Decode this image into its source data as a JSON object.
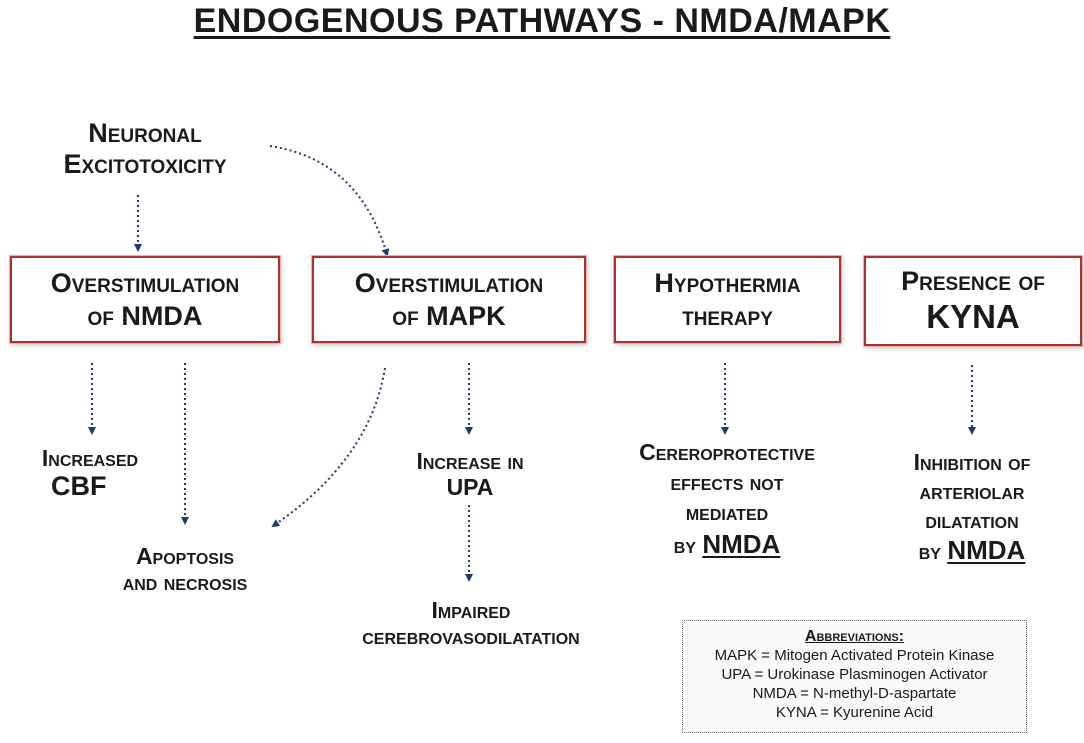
{
  "title": "ENDOGENOUS PATHWAYS - NMDA/MAPK",
  "source": {
    "line1": "Neuronal",
    "line2": "Excitotoxicity"
  },
  "boxes": {
    "nmda": {
      "line1": "Overstimulation",
      "line2": "of NMDA"
    },
    "mapk": {
      "line1": "Overstimulation",
      "line2": "of MAPK"
    },
    "hypo": {
      "line1": "Hypothermia",
      "line2": "therapy"
    },
    "kyna": {
      "line1": "Presence of",
      "line2": "KYNA"
    }
  },
  "outcomes": {
    "cbf": {
      "line1": "Increased",
      "line2": "CBF"
    },
    "apoptosis": {
      "line1": "Apoptosis",
      "line2": "and necrosis"
    },
    "upa": {
      "line1": "Increase in",
      "line2": "UPA"
    },
    "impaired": {
      "line1": "Impaired",
      "line2": "cerebrovasodilatation"
    },
    "cereroprotective": {
      "line1": "Cereroprotective",
      "line2": "effects not",
      "line3": "mediated",
      "line4_prefix": "by",
      "line4_emph": "NMDA"
    },
    "inhibition": {
      "line1": "Inhibition of",
      "line2": "arteriolar",
      "line3": "dilatation",
      "line4_prefix": "by",
      "line4_emph": "NMDA"
    }
  },
  "abbreviations": {
    "heading": "Abbreviations:",
    "items": [
      "MAPK = Mitogen Activated Protein Kinase",
      "UPA = Urokinase Plasminogen Activator",
      "NMDA = N-methyl-D-aspartate",
      "KYNA = Kyurenine Acid"
    ]
  },
  "colors": {
    "box_border": "#b03030",
    "arrow": "#1f3a6b",
    "text": "#1a1a1a"
  }
}
